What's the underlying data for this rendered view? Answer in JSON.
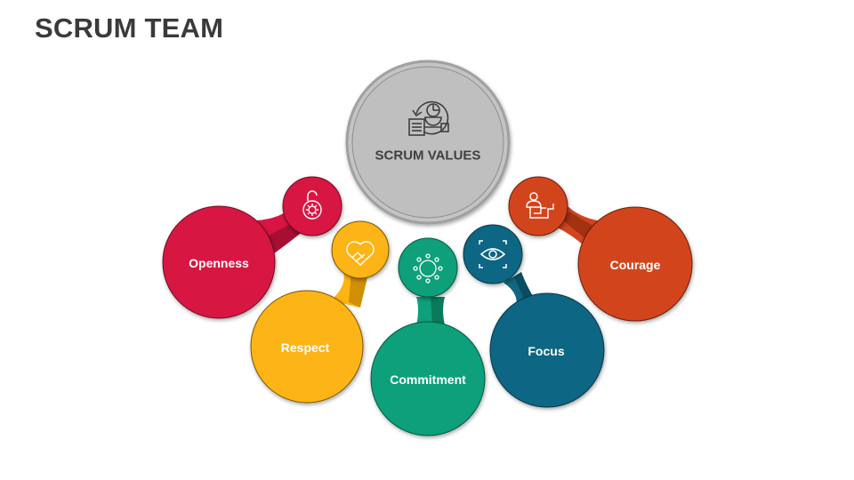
{
  "page": {
    "title": "SCRUM TEAM"
  },
  "center": {
    "label": "SCRUM VALUES",
    "icon": "scrum-cycle-icon",
    "color": "#bfbfbf"
  },
  "values": [
    {
      "label": "Openness",
      "icon": "unlocked-padlock-icon",
      "color": "#d81443"
    },
    {
      "label": "Respect",
      "icon": "handshake-heart-icon",
      "color": "#fdb414"
    },
    {
      "label": "Commitment",
      "icon": "sun-ring-icon",
      "color": "#0ea07a"
    },
    {
      "label": "Focus",
      "icon": "eye-focus-icon",
      "color": "#106683"
    },
    {
      "label": "Courage",
      "icon": "person-climbing-stairs-icon",
      "color": "#d2441e"
    }
  ]
}
